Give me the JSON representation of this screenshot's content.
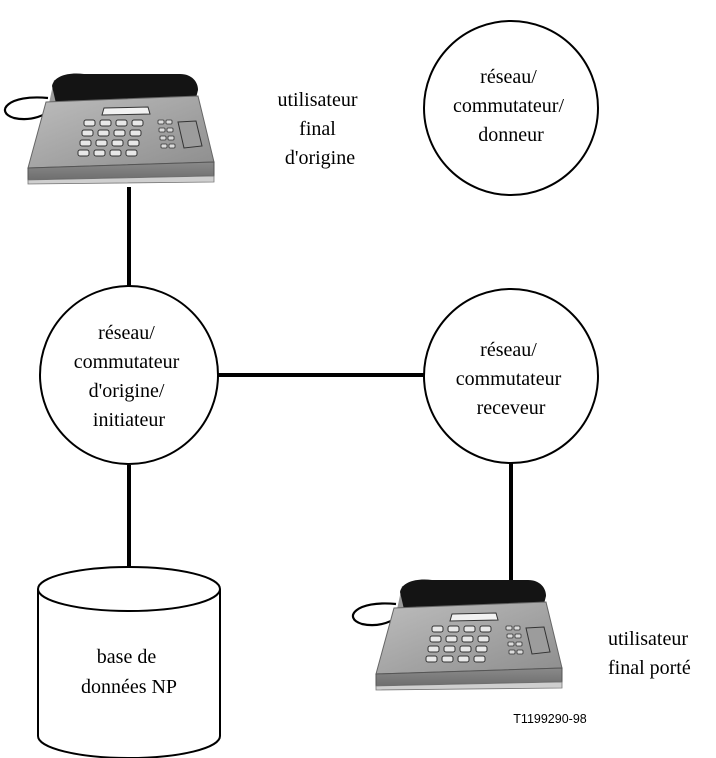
{
  "nodes": {
    "originating_user": {
      "lines": [
        "utilisateur",
        "final",
        "d'origine"
      ]
    },
    "donor_network": {
      "lines": [
        "réseau/",
        "commutateur/",
        "donneur"
      ]
    },
    "originating_network": {
      "lines": [
        "réseau/",
        "commutateur",
        "d'origine/",
        "initiateur"
      ]
    },
    "recipient_network": {
      "lines": [
        "réseau/",
        "commutateur",
        "receveur"
      ]
    },
    "np_database": {
      "lines": [
        "base de",
        "données NP"
      ]
    },
    "ported_user": {
      "lines": [
        "utilisateur",
        "final porté"
      ]
    }
  },
  "figure_ref": "T1199290-98",
  "icons": {
    "telephone": "telephone-icon",
    "database": "database-icon"
  }
}
